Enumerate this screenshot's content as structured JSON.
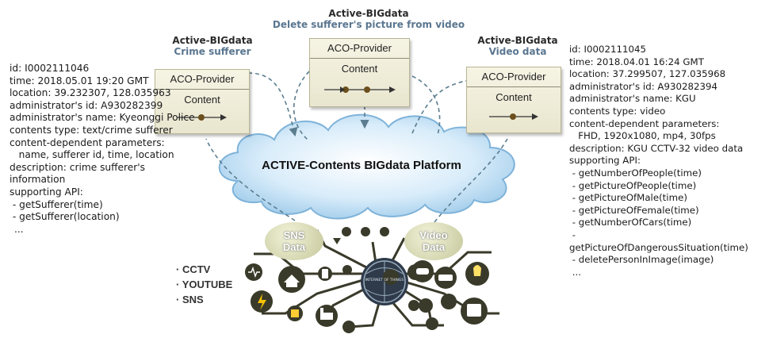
{
  "titles": {
    "left": {
      "line1": "Active-BIGdata",
      "line2": "Crime sufferer"
    },
    "center": {
      "line1": "Active-BIGdata",
      "line2": "Delete sufferer's picture from video"
    },
    "right": {
      "line1": "Active-BIGdata",
      "line2": "Video data"
    }
  },
  "cards": {
    "left": {
      "provider": "ACO-Provider",
      "content": "Content"
    },
    "center": {
      "provider": "ACO-Provider",
      "content": "Content"
    },
    "right": {
      "provider": "ACO-Provider",
      "content": "Content"
    }
  },
  "platform": {
    "label": "ACTIVE-Contents BIGdata Platform"
  },
  "sources": {
    "sns": {
      "line1": "SNS",
      "line2": "Data"
    },
    "video": {
      "line1": "Video",
      "line2": "Data"
    },
    "list": [
      "· CCTV",
      "· YOUTUBE",
      "· SNS"
    ],
    "iot_label": "INTERNET OF THINGS"
  },
  "left_meta": [
    "id: I0002111046",
    "time: 2018.05.01 19:20 GMT",
    "location: 39.232307, 128.035963",
    "administrator's id: A930282399",
    "administrator's name: Kyeonggi Police",
    "contents type: text/crime sufferer",
    "content-dependent parameters:",
    "   name, sufferer id, time, location",
    "description: crime sufferer's",
    "information",
    "supporting API:",
    " - getSufferer(time)",
    " - getSufferer(location)",
    "..."
  ],
  "right_meta": [
    "id: I0002111045",
    "time: 2018.04.01 16:24 GMT",
    "location: 37.299507, 127.035968",
    "administrator's id: A930282394",
    "administrator's name: KGU",
    "contents type: video",
    "content-dependent parameters:",
    "   FHD, 1920x1080, mp4, 30fps",
    "description: KGU CCTV-32 video data",
    "supporting API:",
    " - getNumberOfPeople(time)",
    " - getPictureOfPeople(time)",
    " - getPictureOfMale(time)",
    " - getPictureOfFemale(time)",
    " - getNumberOfCars(time)",
    " -",
    "getPictureOfDangerousSituation(time)",
    " - deletePersonInImage(image)",
    " ..."
  ],
  "colors": {
    "cloud": "#bfe0f7",
    "cloud_edge": "#7fb3d9",
    "card": "#efedd9",
    "arrow": "#5b7d8f",
    "iot": "#3a3a2a",
    "bubble": "#c8c9a0"
  }
}
